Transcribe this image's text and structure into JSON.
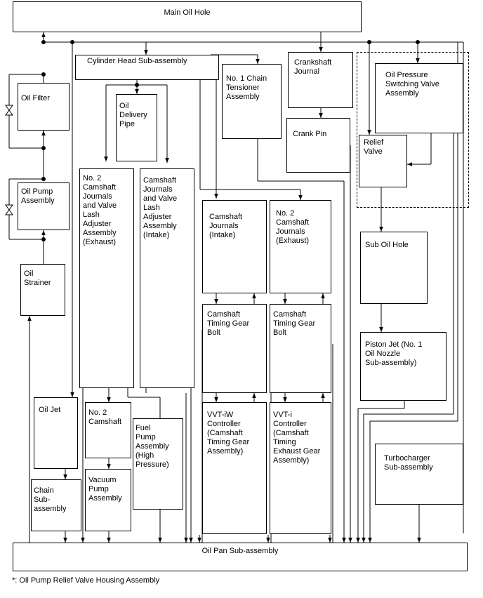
{
  "boxes": {
    "main_oil_hole": "Main Oil Hole",
    "cylinder_head": "Cylinder Head Sub-assembly",
    "oil_filter": "Oil Filter",
    "oil_pump": "Oil Pump\nAssembly",
    "oil_strainer": "Oil\nStrainer",
    "oil_delivery_pipe": "Oil\nDelivery\nPipe",
    "no2_camshaft_journals_exhaust_lash": "No. 2\nCamshaft\nJournals\nand Valve\nLash\nAdjuster\nAssembly\n(Exhaust)",
    "camshaft_journals_intake_lash": "Camshaft\nJournals\nand Valve\nLash\nAdjuster\nAssembly\n(Intake)",
    "chain_tensioner": "No. 1 Chain\nTensioner\nAssembly",
    "crankshaft_journal": "Crankshaft\nJournal",
    "crank_pin": "Crank Pin",
    "oil_pressure_switching_valve": "Oil Pressure\nSwitching Valve\nAssembly",
    "relief_valve": "Relief\nValve",
    "camshaft_journals_intake": "Camshaft\nJournals\n(Intake)",
    "no2_camshaft_journals_exhaust": "No. 2\nCamshaft\nJournals\n(Exhaust)",
    "timing_gear_bolt_1": "Camshaft\nTiming Gear\nBolt",
    "timing_gear_bolt_2": "Camshaft\nTiming Gear\nBolt",
    "sub_oil_hole": "Sub Oil Hole",
    "piston_jet": "Piston Jet (No. 1\nOil Nozzle\nSub-assembly)",
    "oil_jet": "Oil Jet",
    "no2_camshaft": "No. 2\nCamshaft",
    "fuel_pump": "Fuel\nPump\nAssembly\n(High\nPressure)",
    "vvt_iw": "VVT-iW\nController\n(Camshaft\nTiming Gear\nAssembly)",
    "vvt_i": "VVT-i\nController\n(Camshaft\nTiming\nExhaust Gear\nAssembly)",
    "chain_subassembly": "Chain\nSub-assembly",
    "vacuum_pump": "Vacuum\nPump\nAssembly",
    "turbocharger": "Turbocharger\nSub-assembly",
    "oil_pan": "Oil Pan Sub-assembly"
  },
  "footnote": "*: Oil Pump Relief Valve Housing Assembly"
}
